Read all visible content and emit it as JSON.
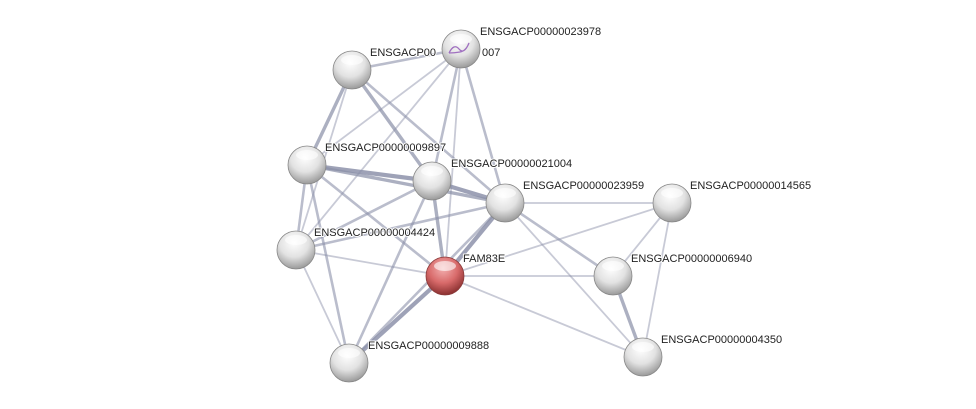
{
  "network": {
    "query_node": "FAM83E",
    "colors": {
      "query": "#e06c6c",
      "node": "#e8e8e8",
      "edge": "#8a8fa8"
    },
    "nodes": [
      {
        "id": "A",
        "label_parts": [
          "ENSGACP00",
          "007"
        ]
      },
      {
        "id": "B",
        "label": "ENSGACP00000023978",
        "has_structure": true
      },
      {
        "id": "C",
        "label": "ENSGACP00000009897"
      },
      {
        "id": "D",
        "label": "ENSGACP00000021004"
      },
      {
        "id": "E",
        "label": "ENSGACP00000023959"
      },
      {
        "id": "F",
        "label": "ENSGACP00000014565"
      },
      {
        "id": "G",
        "label": "ENSGACP00000004424"
      },
      {
        "id": "H",
        "label": "FAM83E",
        "query": true
      },
      {
        "id": "I",
        "label": "ENSGACP00000006940"
      },
      {
        "id": "J",
        "label": "ENSGACP00000009888"
      },
      {
        "id": "K",
        "label": "ENSGACP00000004350"
      }
    ],
    "edges": [
      [
        "A",
        "C",
        3
      ],
      [
        "A",
        "D",
        3
      ],
      [
        "A",
        "E",
        2
      ],
      [
        "A",
        "B",
        2
      ],
      [
        "A",
        "G",
        1
      ],
      [
        "B",
        "C",
        1
      ],
      [
        "B",
        "D",
        2
      ],
      [
        "B",
        "E",
        2
      ],
      [
        "B",
        "H",
        1
      ],
      [
        "B",
        "G",
        1
      ],
      [
        "C",
        "D",
        4
      ],
      [
        "C",
        "E",
        3
      ],
      [
        "C",
        "G",
        2
      ],
      [
        "C",
        "H",
        2
      ],
      [
        "C",
        "J",
        2
      ],
      [
        "D",
        "E",
        4
      ],
      [
        "D",
        "G",
        2
      ],
      [
        "D",
        "H",
        3
      ],
      [
        "D",
        "J",
        2
      ],
      [
        "E",
        "G",
        2
      ],
      [
        "E",
        "H",
        4
      ],
      [
        "E",
        "F",
        1
      ],
      [
        "E",
        "I",
        2
      ],
      [
        "E",
        "K",
        1
      ],
      [
        "E",
        "J",
        2
      ],
      [
        "F",
        "H",
        1
      ],
      [
        "F",
        "I",
        1
      ],
      [
        "F",
        "K",
        1
      ],
      [
        "G",
        "H",
        1
      ],
      [
        "G",
        "J",
        1
      ],
      [
        "H",
        "I",
        1
      ],
      [
        "H",
        "K",
        1
      ],
      [
        "H",
        "J",
        4
      ],
      [
        "I",
        "K",
        3
      ]
    ]
  }
}
